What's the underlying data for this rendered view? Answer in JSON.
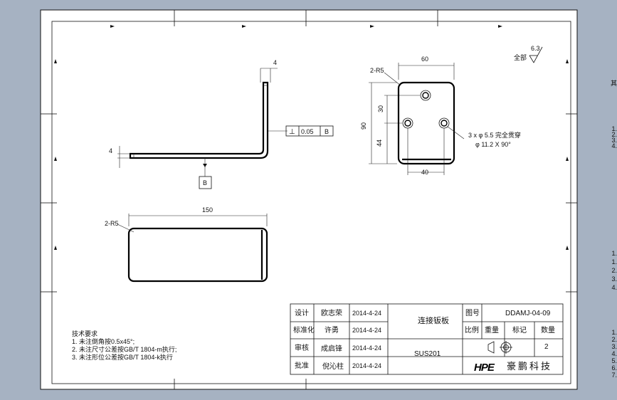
{
  "drawing": {
    "surface_roughness": {
      "label": "全部",
      "value": "6.3"
    },
    "flat_view": {
      "hole_note": "2-R5",
      "length": "150"
    },
    "bent_view": {
      "thickness_top": "4",
      "thickness_side": "4",
      "datum": "B",
      "tolerance": {
        "symbol": "⊥",
        "value": "0.05",
        "datum": "B"
      }
    },
    "hole_view": {
      "radius_note": "2-R5",
      "width": "60",
      "height": "90",
      "dim_30": "30",
      "dim_44": "44",
      "dim_40": "40",
      "hole_note_1": "3 x  φ 5.5  完全贯穿",
      "hole_note_2": "φ 11.2 X 90°"
    }
  },
  "tech_requirements": {
    "title": "技术要求",
    "items": [
      "1. 未注倒角按0.5x45°;",
      "2. 未注尺寸公差按GB/T 1804-m执行;",
      "3. 未注形位公差按GB/T 1804-k执行"
    ]
  },
  "title_block": {
    "rows": [
      {
        "role": "设计",
        "name": "欧志荣",
        "date": "2014-4-24"
      },
      {
        "role": "标准化",
        "name": "许勇",
        "date": "2014-4-24"
      },
      {
        "role": "审核",
        "name": "成启锋",
        "date": "2014-4-24"
      },
      {
        "role": "批准",
        "name": "倪沁柱",
        "date": "2014-4-24"
      }
    ],
    "part_name": "连接钣板",
    "material": "SUS201",
    "drawing_no_label": "图号",
    "drawing_no": "DDAMJ-04-09",
    "scale_label": "比例",
    "weight_label": "重量",
    "mark_label": "标记",
    "qty_label": "数量",
    "qty": "2",
    "logo_text": "HPE",
    "company": "豪鹏科技"
  },
  "side_notes": {
    "top": "其",
    "group1": [
      "1.",
      "2.",
      "3.",
      "4."
    ],
    "group2": [
      "1.",
      "1.",
      "2.",
      "3.",
      "4."
    ],
    "group3": [
      "1.",
      "2.",
      "3.",
      "4.",
      "5.",
      "6.",
      "7."
    ]
  }
}
